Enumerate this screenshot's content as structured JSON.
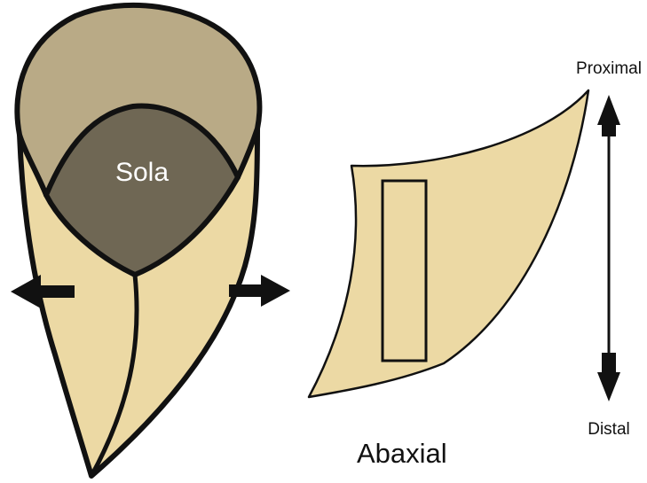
{
  "labels": {
    "sole": "Sola",
    "abaxial": "Abaxial",
    "proximal": "Proximal",
    "distal": "Distal"
  },
  "colors": {
    "wall": "#ecd9a4",
    "sole_outer": "#b9aa86",
    "sole_inner": "#6f6754",
    "outline": "#111111",
    "background": "#ffffff"
  },
  "icons": {
    "left_arrow": "arrow-left-icon",
    "right_arrow": "arrow-right-icon",
    "axis": "double-arrow-vertical-icon"
  }
}
